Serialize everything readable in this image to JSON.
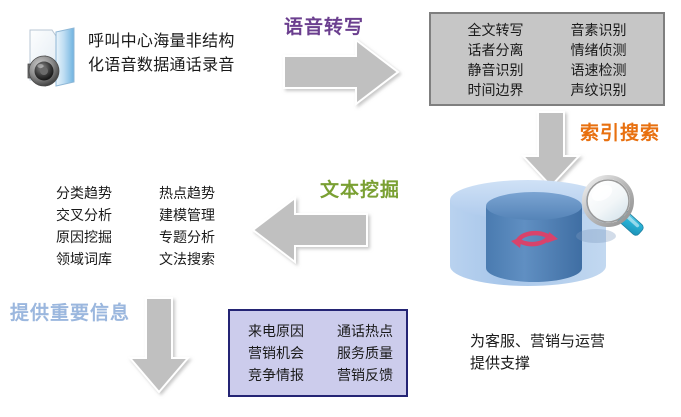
{
  "source": {
    "icon": "audio-folder-icon",
    "label": "呼叫中心海量非结构\n化语音数据通话录音"
  },
  "stages": {
    "transcribe": {
      "label": "语音转写",
      "color": "#6b3f8f"
    },
    "index_search": {
      "label": "索引搜索",
      "color": "#e8700f"
    },
    "text_mining": {
      "label": "文本挖掘",
      "color": "#7aa033"
    },
    "provide_info": {
      "label": "提供重要信息",
      "color": "#9bb7de"
    }
  },
  "asr_features": {
    "items": [
      "全文转写",
      "音素识别",
      "话者分离",
      "情绪侦测",
      "静音识别",
      "语速检测",
      "时间边界",
      "声纹识别"
    ],
    "fill_color": "#c6c6c6",
    "border_color": "#7f7f7f"
  },
  "analytics": {
    "items": [
      "分类趋势",
      "热点趋势",
      "交叉分析",
      "建模管理",
      "原因挖掘",
      "专题分析",
      "领域词库",
      "文法搜索"
    ]
  },
  "outcomes": {
    "items": [
      "来电原因",
      "通话热点",
      "营销机会",
      "服务质量",
      "竞争情报",
      "营销反馈"
    ],
    "fill_color": "#ccccec",
    "border_color": "#242474"
  },
  "support": {
    "text": "为客服、营销与运营\n提供支撑"
  },
  "storage": {
    "icon": "database-cylinder-icon",
    "magnifier_icon": "magnifying-glass-icon",
    "cylinder_outer_color": "#a9c6e8",
    "cylinder_inner_color": "#4f7dae",
    "refresh_arrow_color": "#d8436b"
  },
  "arrows": {
    "fill_color": "#c0c0c0",
    "transcribe_arrow": "arrow-right-icon",
    "index_arrow": "arrow-down-icon",
    "mining_arrow": "arrow-left-icon",
    "provide_arrow": "arrow-down-icon"
  }
}
